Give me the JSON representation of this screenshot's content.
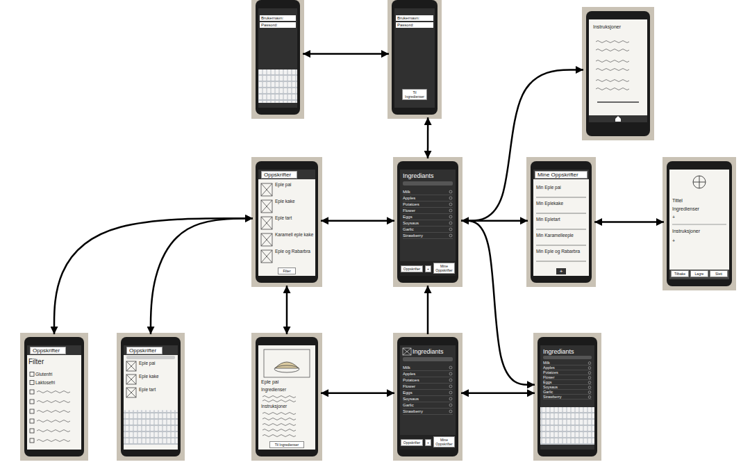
{
  "diagram": {
    "nodes": [
      {
        "text": [
          "Brukernavn:",
          "Passord:"
        ]
      },
      {
        "text": [
          "Brukernavn:",
          "Passord:",
          "Til Ingredienser"
        ]
      },
      {
        "text": [
          "Instruksjoner"
        ]
      },
      {
        "text": [
          "Oppskrifter",
          "Eple pai",
          "Eple kake",
          "Eple tart",
          "Karamell eple kake",
          "Eple og Rabarbra",
          "Filter"
        ]
      },
      {
        "text": [
          "Ingrediants",
          "Milk",
          "Apples",
          "Potatoes",
          "Flower",
          "Eggs",
          "Soysaus",
          "Garlic",
          "Strawberry",
          "Oppskrifter",
          "+",
          "Mine Oppskrifter"
        ]
      },
      {
        "text": [
          "Mine Oppskrifter",
          "Min Eple pai",
          "Min Eplekake",
          "Min Epletart",
          "Min Karamelleeple",
          "Min Eple og Rabarbra",
          "+"
        ]
      },
      {
        "text": [
          "Tittel",
          "Ingredienser",
          "+",
          "Instruksjoner",
          "+",
          "Tilbake",
          "Lagre",
          "Slett"
        ]
      },
      {
        "text": [
          "Oppskrifter",
          "Filter",
          "Glutenfri",
          "Laktosefri"
        ]
      },
      {
        "text": [
          "Oppskrifter",
          "Eple pai",
          "Eple kake",
          "Eple tart"
        ]
      },
      {
        "text": [
          "Eple pai",
          "Ingredienser",
          "Instruksjoner",
          "Til Ingredienser"
        ]
      },
      {
        "text": [
          "Ingrediants",
          "Milk",
          "Apples",
          "Potatoes",
          "Flower",
          "Eggs",
          "Soysaus",
          "Garlic",
          "Strawberry",
          "Oppskrifter",
          "+",
          "Mine Oppskrifter"
        ]
      },
      {
        "text": [
          "Ingrediants",
          "Milk",
          "Apples",
          "Potatoes",
          "Flower",
          "Eggs",
          "Soysaus",
          "Garlic",
          "Strawberry"
        ]
      }
    ],
    "edges": [
      {
        "from": 0,
        "to": 1,
        "arrow": "both"
      },
      {
        "from": 1,
        "to": 4,
        "arrow": "both"
      },
      {
        "from": 4,
        "to": 2,
        "arrow": "to"
      },
      {
        "from": 4,
        "to": 5,
        "arrow": "both"
      },
      {
        "from": 5,
        "to": 6,
        "arrow": "both"
      },
      {
        "from": 3,
        "to": 4,
        "arrow": "both"
      },
      {
        "from": 3,
        "to": 7,
        "arrow": "both"
      },
      {
        "from": 3,
        "to": 8,
        "arrow": "both"
      },
      {
        "from": 3,
        "to": 9,
        "arrow": "both"
      },
      {
        "from": 9,
        "to": 10,
        "arrow": "both"
      },
      {
        "from": 10,
        "to": 4,
        "arrow": "to"
      },
      {
        "from": 10,
        "to": 11,
        "arrow": "both"
      },
      {
        "from": 4,
        "to": 11,
        "arrow": "to"
      }
    ]
  }
}
